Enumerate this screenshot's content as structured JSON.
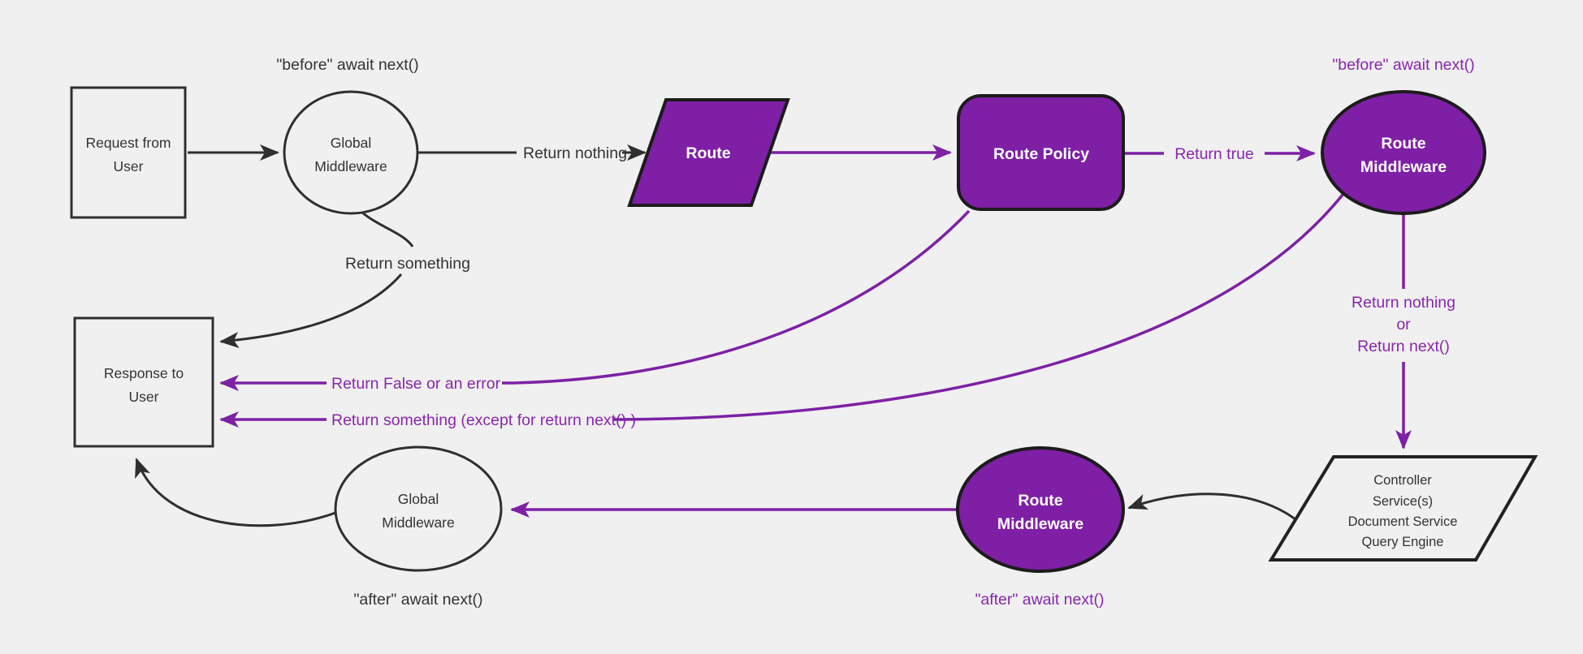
{
  "diagram": {
    "title": "middleware-request-response-flow",
    "colors": {
      "background": "#f0f0f0",
      "purple_fill": "#7e1fa6",
      "purple_line": "#7d21a5",
      "purple_text": "#8926ad",
      "dark_line": "#2f2f2f",
      "dark_text": "#333333",
      "white_text": "#ffffff"
    },
    "nodes": {
      "request_from_user": {
        "line1": "Request from",
        "line2": "User"
      },
      "global_middleware_top": {
        "line1": "Global",
        "line2": "Middleware",
        "caption": "\"before\" await next()"
      },
      "route": {
        "label": "Route"
      },
      "route_policy": {
        "label": "Route Policy"
      },
      "route_middleware_top": {
        "line1": "Route",
        "line2": "Middleware",
        "caption": "\"before\" await next()"
      },
      "controller_services": {
        "line1": "Controller",
        "line2": "Service(s)",
        "line3": "Document Service",
        "line4": "Query Engine"
      },
      "route_middleware_bottom": {
        "line1": "Route",
        "line2": "Middleware",
        "caption": "\"after\" await next()"
      },
      "global_middleware_bottom": {
        "line1": "Global",
        "line2": "Middleware",
        "caption": "\"after\" await next()"
      },
      "response_to_user": {
        "line1": "Response to",
        "line2": "User"
      }
    },
    "edges": {
      "return_nothing": {
        "label": "Return nothing"
      },
      "return_true": {
        "label": "Return true"
      },
      "return_something": {
        "label": "Return something"
      },
      "return_nothing_or_next": {
        "line1": "Return nothing",
        "line2": "or",
        "line3": "Return next()"
      },
      "return_false_or_error": {
        "label": "Return False or an error"
      },
      "return_something_except": {
        "label": "Return something (except for return next() )"
      }
    }
  }
}
